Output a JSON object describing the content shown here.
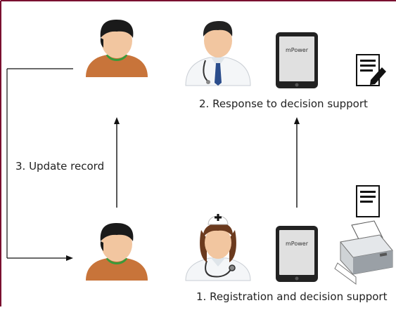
{
  "diagram": {
    "tablet_label": "mPower",
    "labels": {
      "response": "2. Response to decision support",
      "update": "3. Update record",
      "registration": "1. Registration and decision support"
    },
    "colors": {
      "border": "#7a1030",
      "patient_shirt": "#c8743a",
      "skin": "#f2c6a0",
      "hair": "#1a1a1a",
      "arrow": "#111111",
      "tablet": "#222222"
    },
    "icons": [
      "patient-icon",
      "doctor-icon",
      "tablet-icon",
      "document-edit-icon",
      "document-icon",
      "nurse-icon",
      "printer-icon"
    ]
  }
}
